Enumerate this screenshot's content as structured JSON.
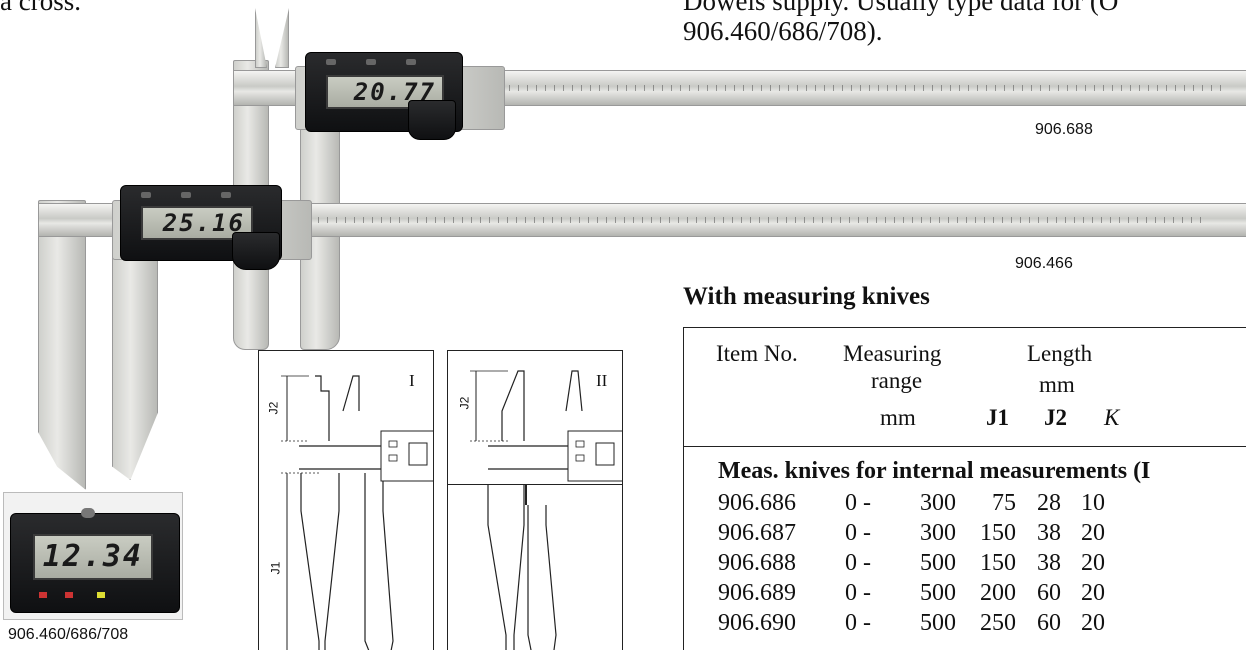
{
  "top_text": {
    "left_fragment": "a cross.",
    "right_line1": "Dowels supply. Usually type data for (O",
    "right_line2": "906.460/686/708)."
  },
  "caliper_top": {
    "display_value": "20.77",
    "model": "906.688"
  },
  "caliper_bottom": {
    "display_value": "25.16",
    "model": "906.466"
  },
  "inset": {
    "display_value": "12.34",
    "model": "906.460/686/708"
  },
  "diagrams": {
    "box1": {
      "roman": "I",
      "dim_top": "J2",
      "dim_bottom": "J1"
    },
    "box2": {
      "roman": "II",
      "dim_top": "J2"
    }
  },
  "heading": "With measuring knives",
  "table": {
    "headers": {
      "item": "Item No.",
      "range_line1": "Measuring",
      "range_line2": "range",
      "range_line3": "mm",
      "length_line1": "Length",
      "length_line2": "mm",
      "j1": "J1",
      "j2": "J2",
      "k": "K"
    },
    "section_title": "Meas. knives for internal measurements (I",
    "rows": [
      {
        "item": "906.686",
        "r1": "0 -",
        "r2": "300",
        "j1": "75",
        "j2": "28",
        "k": "10"
      },
      {
        "item": "906.687",
        "r1": "0 -",
        "r2": "300",
        "j1": "150",
        "j2": "38",
        "k": "20"
      },
      {
        "item": "906.688",
        "r1": "0 -",
        "r2": "500",
        "j1": "150",
        "j2": "38",
        "k": "20"
      },
      {
        "item": "906.689",
        "r1": "0 -",
        "r2": "500",
        "j1": "200",
        "j2": "60",
        "k": "20"
      },
      {
        "item": "906.690",
        "r1": "0 -",
        "r2": "500",
        "j1": "250",
        "j2": "60",
        "k": "20"
      }
    ]
  }
}
